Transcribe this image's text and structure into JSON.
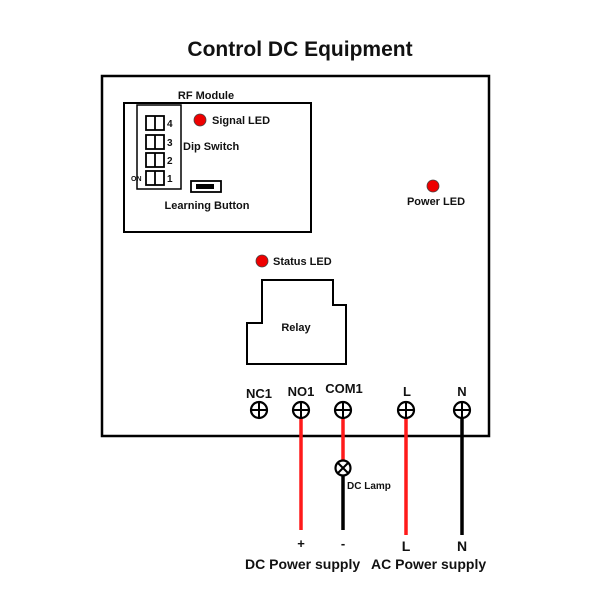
{
  "title": "Control DC Equipment",
  "colors": {
    "led": "#ee0000",
    "wire_live": "#ff1a1a",
    "wire_neutral": "#000000",
    "outline": "#000000"
  },
  "board": {
    "rf_module": {
      "label": "RF Module",
      "signal_led_label": "Signal LED",
      "dip_switch_label": "Dip Switch",
      "dip_on_label": "ON",
      "dip_numbers": [
        "4",
        "3",
        "2",
        "1"
      ],
      "learning_button_label": "Learning Button"
    },
    "power_led_label": "Power LED",
    "status_led_label": "Status LED",
    "relay_label": "Relay",
    "terminals": [
      {
        "id": "nc1",
        "label": "NC1"
      },
      {
        "id": "no1",
        "label": "NO1"
      },
      {
        "id": "com1",
        "label": "COM1"
      },
      {
        "id": "l",
        "label": "L"
      },
      {
        "id": "n",
        "label": "N"
      }
    ]
  },
  "wiring": {
    "lamp_label": "DC Lamp",
    "dc_plus": "+",
    "dc_minus": "-",
    "ac_l": "L",
    "ac_n": "N",
    "dc_supply_label": "DC Power supply",
    "ac_supply_label": "AC Power supply"
  }
}
